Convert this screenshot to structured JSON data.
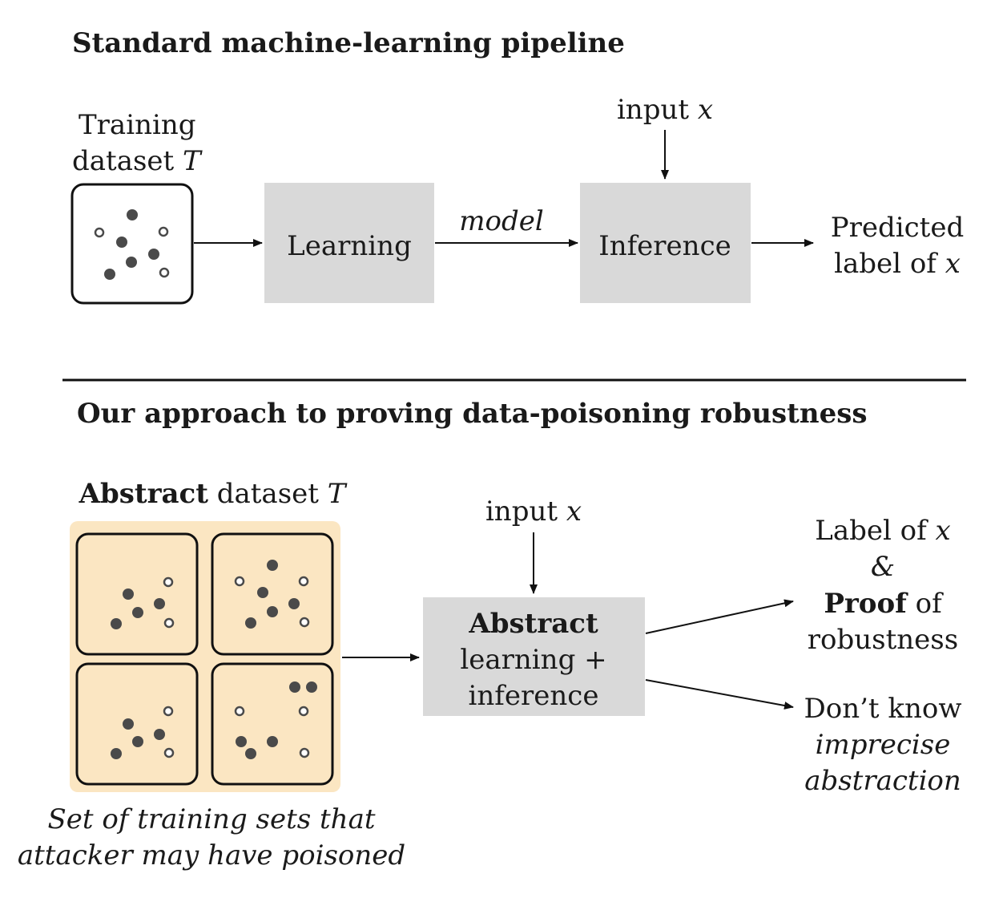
{
  "top": {
    "title": "Standard machine-learning pipeline",
    "training_line1": "Training",
    "training_line2": "dataset",
    "var_T": "T",
    "learning": "Learning",
    "model": "model",
    "input": "input",
    "var_x": "x",
    "inference": "Inference",
    "predicted_line1": "Predicted",
    "predicted_line2": "label of"
  },
  "bottom": {
    "title": "Our approach to proving data-poisoning robustness",
    "abstract_bold": "Abstract",
    "abstract_rest": "dataset",
    "var_T": "T",
    "input": "input",
    "var_x": "x",
    "box_line1": "Abstract",
    "box_line2": "learning +",
    "box_line3": "inference",
    "label_of": "Label of",
    "ampersand": "&",
    "proof_bold": "Proof",
    "proof_rest": "of",
    "robustness": "robustness",
    "dont_know": "Don’t know",
    "imprecise": "imprecise",
    "abstraction": "abstraction",
    "caption_line1": "Set of training sets that",
    "caption_line2": "attacker may have poisoned"
  },
  "colors": {
    "abstract_bg": "#fbe6c2",
    "box_gray": "#d9d9d9",
    "dot": "#4a4a4a"
  }
}
